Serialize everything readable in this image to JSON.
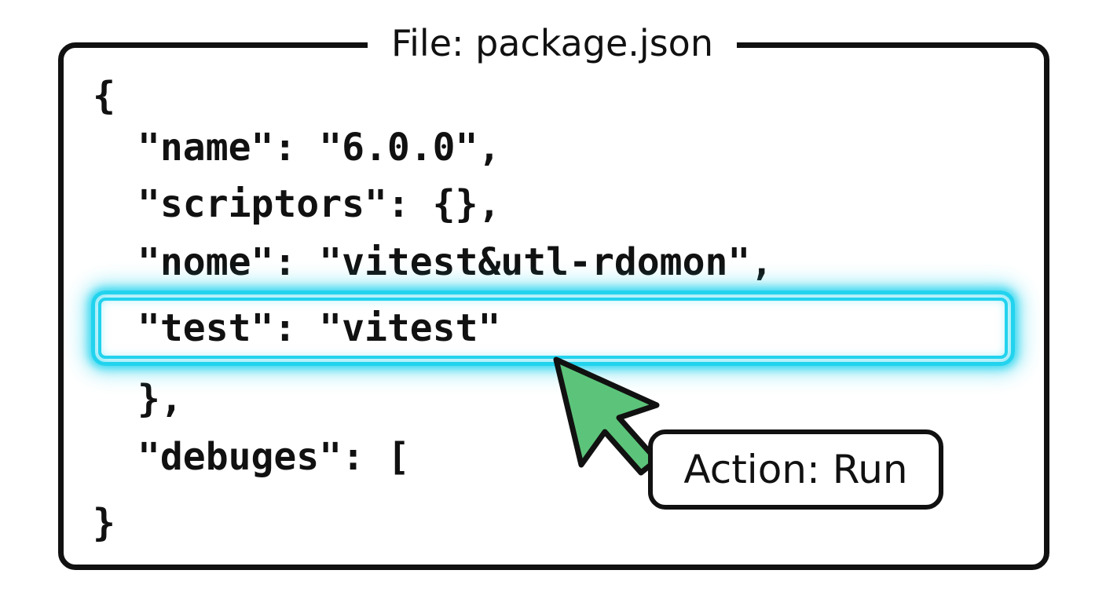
{
  "file": {
    "title": "File: package.json"
  },
  "code": {
    "lines": [
      "{",
      "\"name\": \"6.0.0\",",
      "\"scriptors\": {},",
      "\"nome\": \"vitest&utl-rdomon\",",
      "\"test\": \"vitest\"",
      "},",
      "\"debuges\": [",
      "}"
    ],
    "highlighted_line_index": 4
  },
  "cursor": {
    "icon": "pointer-arrow-icon",
    "fill_color": "#5cc47a",
    "stroke_color": "#111111"
  },
  "action": {
    "label": "Action: Run"
  },
  "colors": {
    "highlight": "#22d3ee",
    "border": "#111111",
    "background": "#ffffff"
  }
}
